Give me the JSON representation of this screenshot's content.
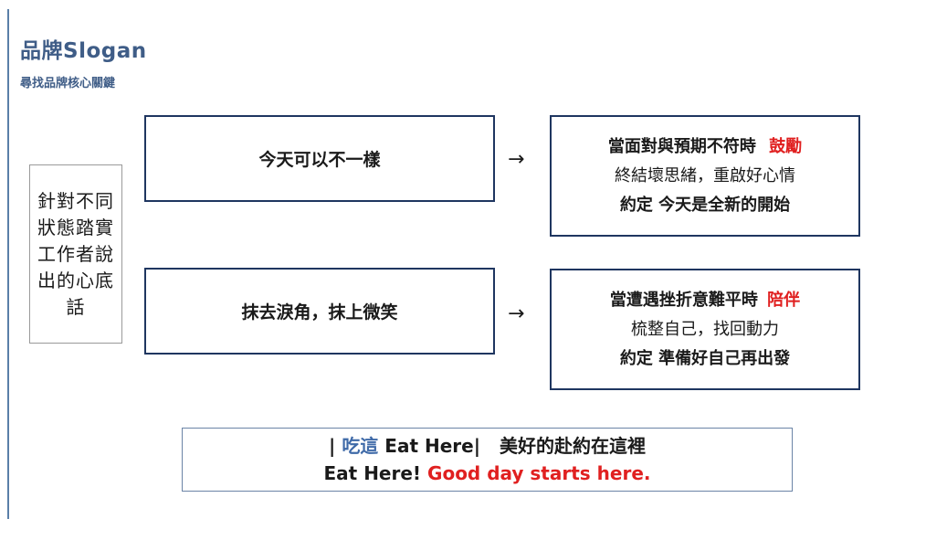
{
  "header": {
    "title": "品牌Slogan",
    "subtitle": "尋找品牌核心關鍵"
  },
  "side_note": "針對不同狀態踏實工作者說出的心底話",
  "rows": [
    {
      "message": "今天可以不一樣",
      "arrow": "→",
      "line1_lead": "當面對與預期不符時",
      "line1_highlight": "鼓勵",
      "line2": "終結壞思緒，重啟好心情",
      "line3": "約定 今天是全新的開始"
    },
    {
      "message": "抹去淚角，抹上微笑",
      "arrow": "→",
      "line1_lead": "當遭遇挫折意難平時",
      "line1_highlight": "陪伴",
      "line2": "梳整自己，找回動力",
      "line3": "約定 準備好自己再出發"
    }
  ],
  "footer": {
    "bar_open": "|",
    "brand_cn": "吃這",
    "brand_en": "Eat Here|",
    "tagline_cn": "美好的赴約在這裡",
    "slogan_lead": "Eat Here!",
    "slogan_highlight": "Good day starts here."
  },
  "colors": {
    "title": "#3f5d87",
    "box_border": "#1f3660",
    "highlight_red": "#e02020",
    "brand_blue": "#3f6aa8"
  }
}
